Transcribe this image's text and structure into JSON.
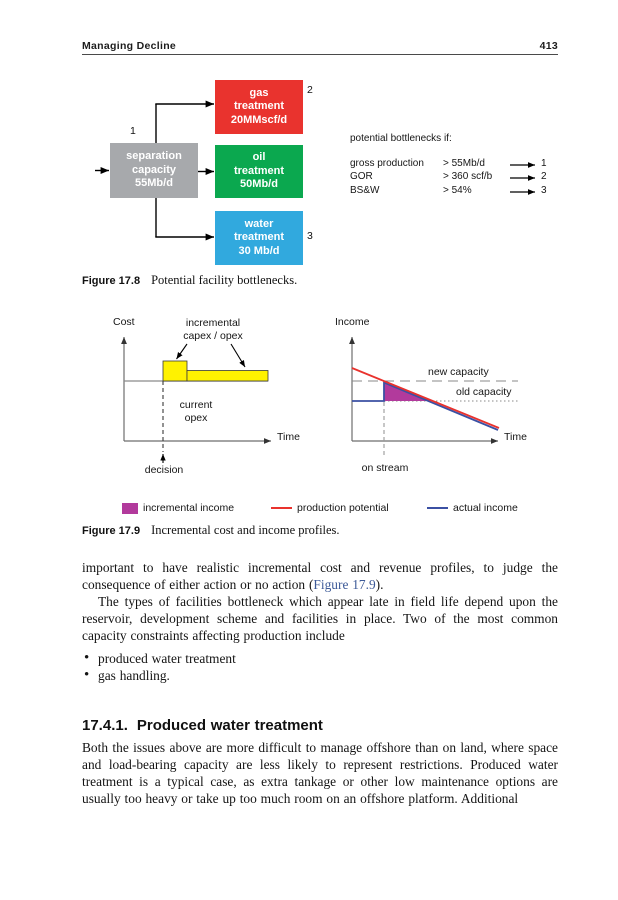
{
  "header": {
    "title": "Managing Decline",
    "page_number": "413"
  },
  "figure_17_8": {
    "separation_box": "separation\ncapacity\n55Mb/d",
    "gas_box": "gas\ntreatment\n20MMscf/d",
    "oil_box": "oil\ntreatment\n50Mb/d",
    "water_box": "water\ntreatment\n30 Mb/d",
    "marker_1": "1",
    "marker_2": "2",
    "marker_3": "3",
    "bottlenecks_title": "potential bottlenecks if:",
    "bottlenecks": [
      {
        "name": "gross production",
        "condition": "> 55Mb/d",
        "ref": "1"
      },
      {
        "name": "GOR",
        "condition": "> 360 scf/b",
        "ref": "2"
      },
      {
        "name": "BS&W",
        "condition": "> 54%",
        "ref": "3"
      }
    ],
    "caption_label": "Figure 17.8",
    "caption": "Potential facility bottlenecks.",
    "colors": {
      "separation": "#a7a9ac",
      "gas": "#e9332e",
      "oil": "#0ba84f",
      "water": "#31a9de"
    }
  },
  "figure_17_9": {
    "cost_chart": {
      "y_axis": "Cost",
      "x_axis": "Time",
      "incremental_label": "incremental\ncapex / opex",
      "current_label": "current\nopex",
      "decision_label": "decision",
      "bar_color": "#fff200"
    },
    "income_chart": {
      "y_axis": "Income",
      "x_axis": "Time",
      "new_capacity_label": "new capacity",
      "old_capacity_label": "old capacity",
      "on_stream_label": "on stream",
      "potential_color": "#e9322d",
      "actual_color": "#3b50a3",
      "incremental_fill": "#b23a9c"
    },
    "legend": [
      {
        "swatch": "purple-box",
        "label": "incremental income"
      },
      {
        "swatch": "red-line",
        "label": "production potential"
      },
      {
        "swatch": "blue-line",
        "label": "actual income"
      }
    ],
    "caption_label": "Figure 17.9",
    "caption": "Incremental cost and income profiles."
  },
  "body": {
    "para1_before": "important to have realistic incremental cost and revenue profiles, to judge the consequence of either action or no action (",
    "para1_link": "Figure 17.9",
    "para1_after": ").",
    "para2": "The types of facilities bottleneck which appear late in field life depend upon the reservoir, development scheme and facilities in place. Two of the most common capacity constraints affecting production include",
    "bullets": [
      "produced water treatment",
      "gas handling."
    ],
    "section_number": "17.4.1.",
    "section_title": "Produced water treatment",
    "para3": "Both the issues above are more difficult to manage offshore than on land, where space and load-bearing capacity are less likely to represent restrictions. Produced water treatment is a typical case, as extra tankage or other low maintenance options are usually too heavy or take up too much room on an offshore platform. Additional"
  }
}
